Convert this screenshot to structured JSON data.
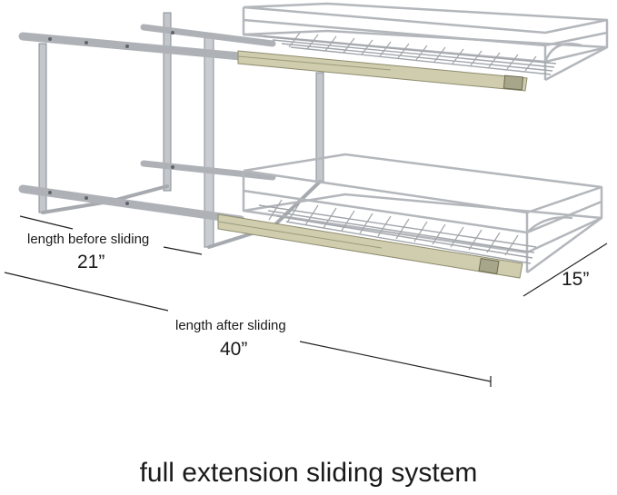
{
  "annotations": {
    "before_label": "length before sliding",
    "before_value": "21”",
    "after_label": "length after sliding",
    "after_value": "40”",
    "depth_value": "15”"
  },
  "caption": "full extension sliding system",
  "colors": {
    "chrome": "#b9bcc0",
    "chrome_dark": "#7d8187",
    "rail": "#c4c2a2",
    "dimension_line": "#222222",
    "background": "#ffffff"
  }
}
